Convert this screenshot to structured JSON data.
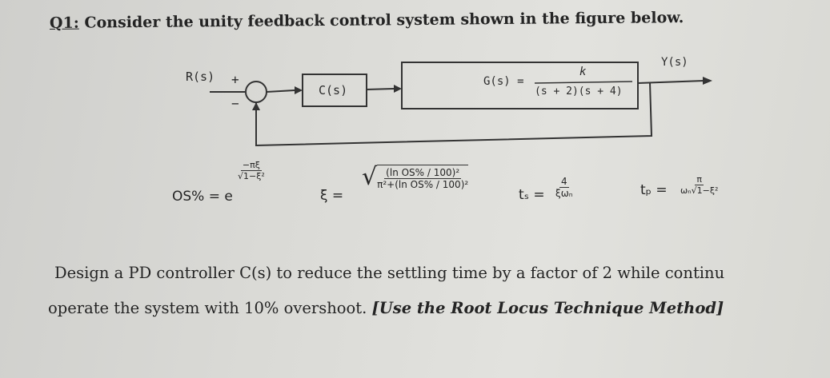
{
  "question": {
    "number": "Q1:",
    "text": " Consider the unity feedback control system shown in the figure below."
  },
  "diagram": {
    "input_label": "R(s)",
    "output_label": "Y(s)",
    "plus_sign": "+",
    "minus_sign": "−",
    "controller_label": "C(s)",
    "plant_prefix": "G(s) =",
    "plant_numerator": "k",
    "plant_denominator": "(s + 2)(s + 4)"
  },
  "formulas": {
    "os_left": "OS% = e",
    "os_exp_num": "−πξ",
    "os_exp_den": "√1−ξ²",
    "xi_left": "ξ =",
    "xi_num": "(ln OS% / 100)²",
    "xi_den": "π²+(ln OS% / 100)²",
    "ts_left": "tₛ =",
    "ts_num": "4",
    "ts_den": "ξωₙ",
    "tp_left": "tₚ =",
    "tp_num": "π",
    "tp_den": "ωₙ√1−ξ²"
  },
  "design": {
    "line1": "Design a PD controller C(s) to reduce the settling time by a factor of 2 while continu",
    "line2_plain": "operate the system with 10% overshoot. ",
    "line2_italic": "[Use the Root Locus Technique Method]"
  }
}
